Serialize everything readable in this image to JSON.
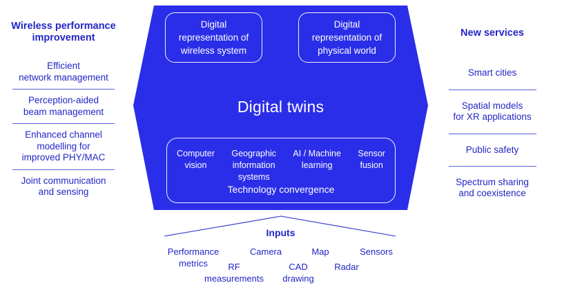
{
  "colors": {
    "shape_fill": "#2b2ee8",
    "text_blue": "#2226c5",
    "divider_blue": "#5a5ed6",
    "white_text": "#ffffff"
  },
  "left_panel": {
    "title": "Wireless performance\nimprovement",
    "items": [
      "Efficient\nnetwork management",
      "Perception-aided\nbeam management",
      "Enhanced channel\nmodelling for\nimproved PHY/MAC",
      "Joint communication\nand sensing"
    ]
  },
  "center": {
    "top_boxes": [
      "Digital\nrepresentation of\nwireless system",
      "Digital\nrepresentation of\nphysical world"
    ],
    "title": "Digital twins",
    "convergence": {
      "items": [
        "Computer\nvision",
        "Geographic\ninformation\nsystems",
        "AI / Machine\nlearning",
        "Sensor\nfusion"
      ],
      "label": "Technology convergence"
    }
  },
  "right_panel": {
    "title": "New services",
    "items": [
      "Smart cities",
      "Spatial models\nfor XR applications",
      "Public safety",
      "Spectrum sharing\nand coexistence"
    ]
  },
  "inputs": {
    "title": "Inputs",
    "items": [
      "Performance\nmetrics",
      "Camera",
      "Map",
      "Sensors",
      "RF\nmeasurements",
      "CAD\ndrawing",
      "Radar"
    ]
  }
}
